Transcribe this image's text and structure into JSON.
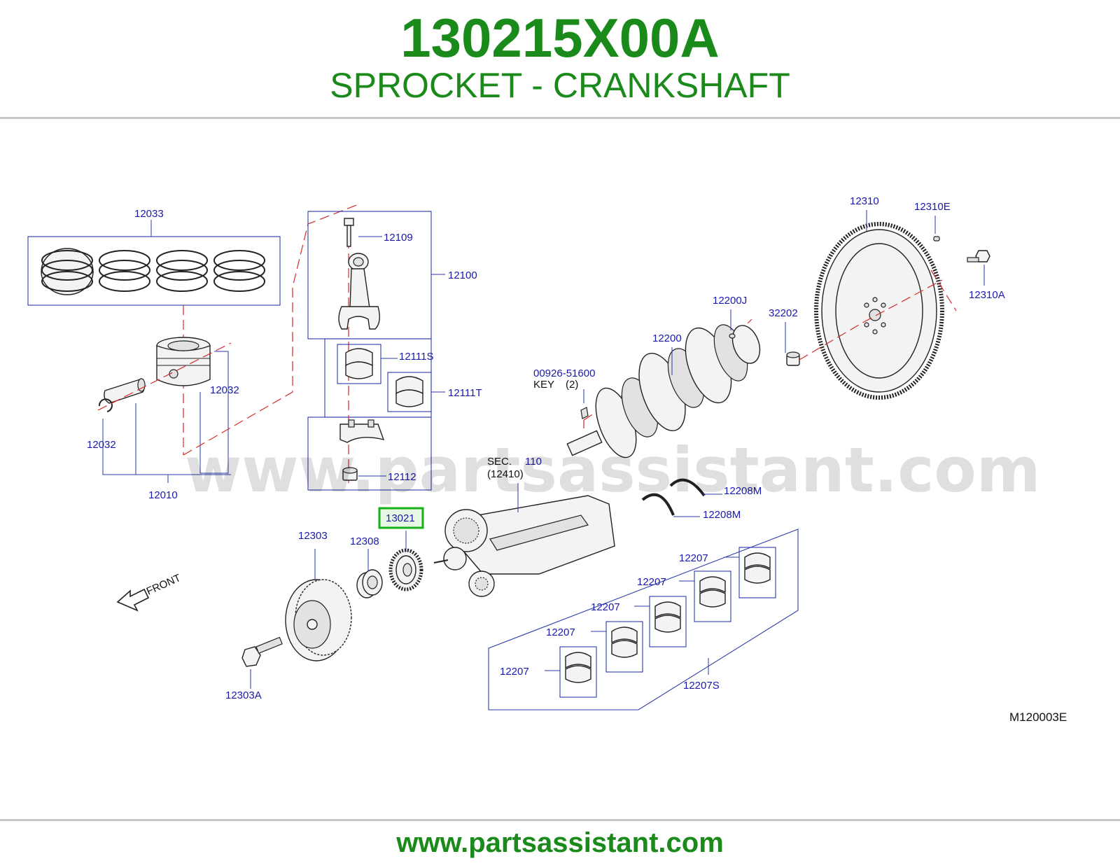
{
  "header": {
    "part_number": "130215X00A",
    "part_name": "SPROCKET - CRANKSHAFT"
  },
  "diagram": {
    "watermark": "www.partsassistant.com",
    "highlighted_part": "13021",
    "diagram_code": "M120003E",
    "front_label": "FRONT",
    "key_label": "KEY",
    "key_qty": "(2)",
    "sec_label": "SEC.",
    "sec_number": "110",
    "sec_ref": "(12410)",
    "callouts": {
      "p12033": "12033",
      "p12109": "12109",
      "p12100": "12100",
      "p12111S": "12111S",
      "p12111T": "12111T",
      "p12112": "12112",
      "p12032a": "12032",
      "p12032b": "12032",
      "p12010": "12010",
      "p00926": "00926-51600",
      "p12200": "12200",
      "p12200J": "12200J",
      "p32202": "32202",
      "p12310": "12310",
      "p12310E": "12310E",
      "p12310A": "12310A",
      "p12208Ma": "12208M",
      "p12208Mb": "12208M",
      "p12303": "12303",
      "p12308": "12308",
      "p12303A": "12303A",
      "p12207a": "12207",
      "p12207b": "12207",
      "p12207c": "12207",
      "p12207d": "12207",
      "p12207e": "12207",
      "p12207S": "12207S"
    }
  },
  "footer": {
    "url": "www.partsassistant.com"
  }
}
